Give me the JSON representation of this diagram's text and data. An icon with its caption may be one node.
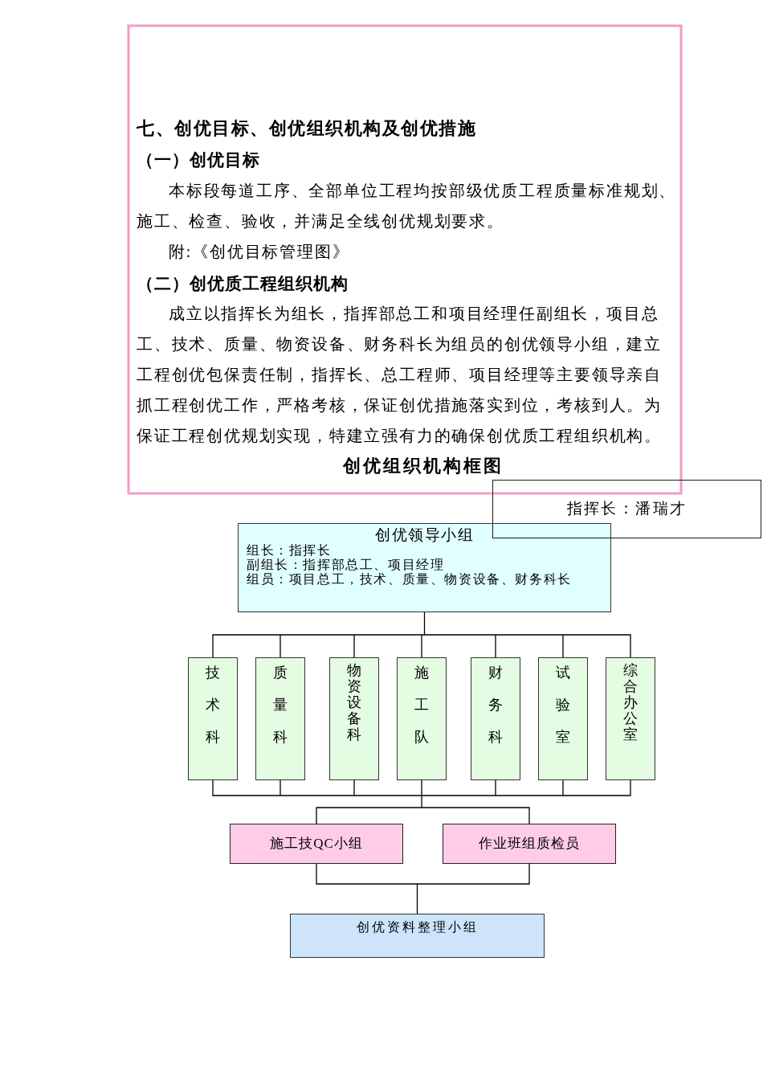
{
  "diagram": {
    "title": "七、创优目标、创优组织机构及创优措施",
    "nodes": [
      {
        "text": [
          "指挥长：潘瑞才"
        ]
      },
      {
        "text": [
          "创优领导小组",
          "组长：指挥长",
          "副组长：指挥部总工、项目经理",
          "组员：项目总工，技术、质量、物资设备、财务科长"
        ]
      },
      {
        "text": [
          "技术科"
        ]
      },
      {
        "text": [
          "质量科"
        ]
      },
      {
        "text": [
          "物资设备科"
        ]
      },
      {
        "text": [
          "施工队"
        ]
      },
      {
        "text": [
          "财务科"
        ]
      },
      {
        "text": [
          "试验室"
        ]
      },
      {
        "text": [
          "综合办公室"
        ]
      },
      {
        "text": [
          "施工技QC小组"
        ]
      },
      {
        "text": [
          "作业班组质检员"
        ]
      },
      {
        "text": [
          "创优资料整理小组"
        ]
      }
    ],
    "edges": [
      {
        "from": 1,
        "to": 2,
        "arrow": "none"
      },
      {
        "from": 1,
        "to": 3,
        "arrow": "none"
      },
      {
        "from": 1,
        "to": 4,
        "arrow": "none"
      },
      {
        "from": 1,
        "to": 5,
        "arrow": "none"
      },
      {
        "from": 1,
        "to": 6,
        "arrow": "none"
      },
      {
        "from": 1,
        "to": 7,
        "arrow": "none"
      },
      {
        "from": 1,
        "to": 8,
        "arrow": "none"
      },
      {
        "from": 2,
        "to": 9,
        "arrow": "none"
      },
      {
        "from": 2,
        "to": 10,
        "arrow": "none"
      },
      {
        "from": 3,
        "to": 9,
        "arrow": "none"
      },
      {
        "from": 3,
        "to": 10,
        "arrow": "none"
      },
      {
        "from": 4,
        "to": 9,
        "arrow": "none"
      },
      {
        "from": 4,
        "to": 10,
        "arrow": "none"
      },
      {
        "from": 5,
        "to": 9,
        "arrow": "none"
      },
      {
        "from": 5,
        "to": 10,
        "arrow": "none"
      },
      {
        "from": 6,
        "to": 9,
        "arrow": "none"
      },
      {
        "from": 6,
        "to": 10,
        "arrow": "none"
      },
      {
        "from": 7,
        "to": 9,
        "arrow": "none"
      },
      {
        "from": 7,
        "to": 10,
        "arrow": "none"
      },
      {
        "from": 8,
        "to": 9,
        "arrow": "none"
      },
      {
        "from": 8,
        "to": 10,
        "arrow": "none"
      },
      {
        "from": 9,
        "to": 11,
        "arrow": "none"
      },
      {
        "from": 10,
        "to": 11,
        "arrow": "none"
      }
    ],
    "labels": [
      "（一）创优目标",
      "本标段每道工序、全部单位工程均按部级优质工程质量标准规划、施工、检查、验收，并满足全线创优规划要求。",
      "附:《创优目标管理图》",
      "（二）创优质工程组织机构",
      "成立以指挥长为组长，指挥部总工和项目经理任副组长，项目总工、技术、质量、物资设备、财务科长为组员的创优领导小组，建立工程创优包保责任制，指挥长、总工程师、项目经理等主要领导亲自抓工程创优工作，严格考核，保证创优措施落实到位，考核到人。为保证工程创优规划实现，特建立强有力的确保创优质工程组织机构。",
      "创优组织机构框图"
    ]
  }
}
